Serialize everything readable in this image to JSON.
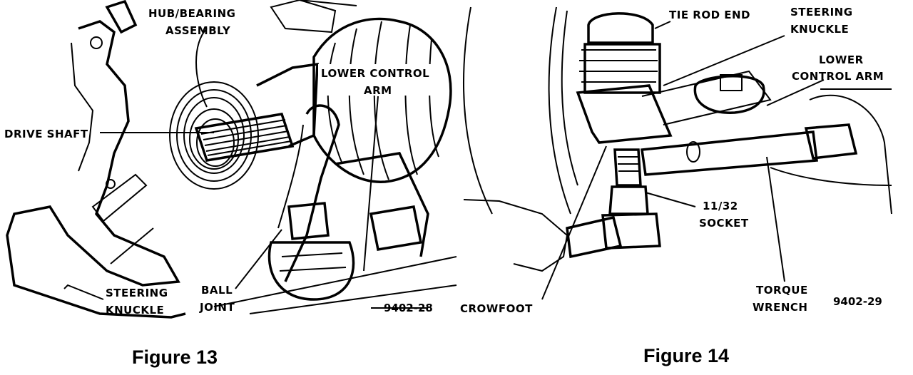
{
  "figure13": {
    "caption": "Figure 13",
    "code": "9402-28",
    "labels": {
      "hub_line1": "HUB/BEARING",
      "hub_line2": "ASSEMBLY",
      "lca_line1": "LOWER CONTROL",
      "lca_line2": "ARM",
      "drive_shaft": "DRIVE SHAFT",
      "knuckle_line1": "STEERING",
      "knuckle_line2": "KNUCKLE",
      "ball_line1": "BALL",
      "ball_line2": "JOINT"
    }
  },
  "figure14": {
    "caption": "Figure 14",
    "code": "9402-29",
    "labels": {
      "tie_rod": "TIE ROD END",
      "knuckle_line1": "STEERING",
      "knuckle_line2": "KNUCKLE",
      "lca_line1": "LOWER",
      "lca_line2": "CONTROL ARM",
      "socket_line1": "11/32",
      "socket_line2": "SOCKET",
      "crowfoot": "CROWFOOT",
      "torque_line1": "TORQUE",
      "torque_line2": "WRENCH"
    }
  }
}
